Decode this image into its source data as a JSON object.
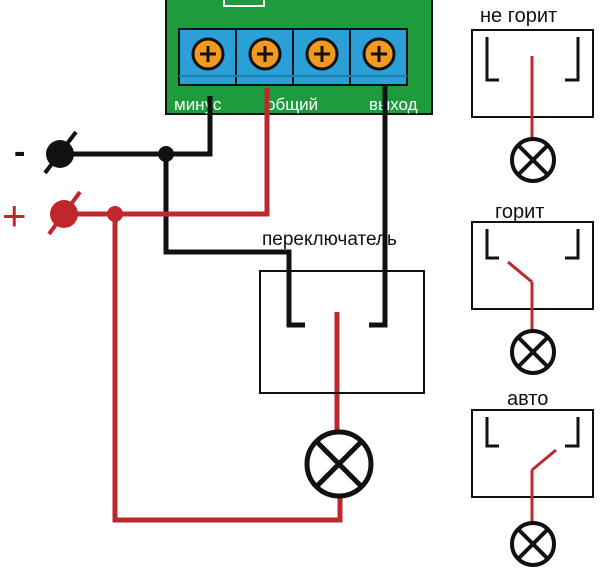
{
  "board": {
    "terminal_labels": {
      "minus": "минус",
      "common": "общий",
      "output": "выход"
    }
  },
  "power": {
    "minus_sign": "-",
    "plus_sign": "+"
  },
  "switch_main": {
    "label": "переключатель"
  },
  "modes": {
    "off_label": "не горит",
    "on_label": "горит",
    "auto_label": "авто"
  },
  "colors": {
    "board_green": "#1e9b3c",
    "terminal_blue": "#2a9fd8",
    "screw_orange": "#f29a1f",
    "wire_red": "#c0272d",
    "wire_black": "#111111"
  }
}
